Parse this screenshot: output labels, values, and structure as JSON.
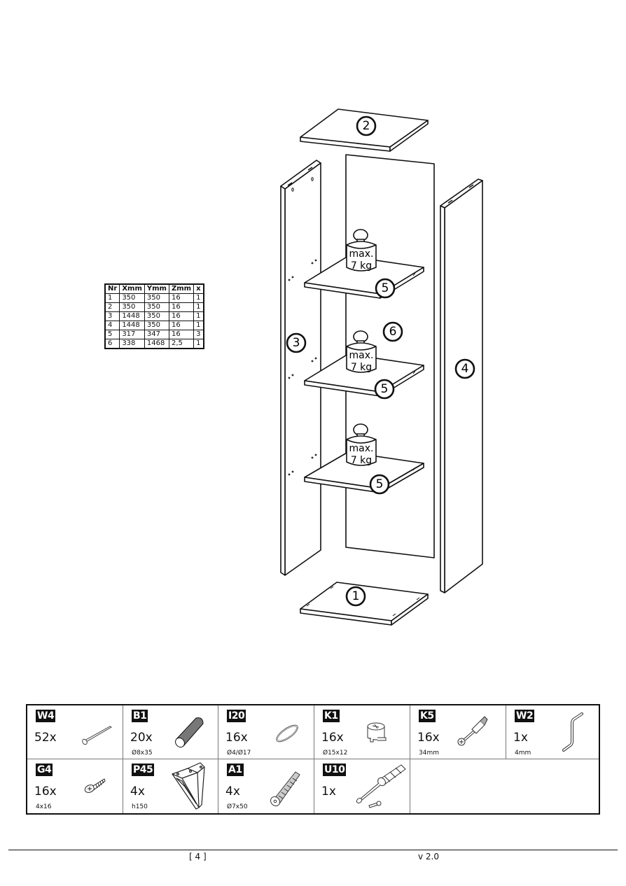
{
  "dimension_table": {
    "headers": [
      "Nr",
      "Xmm",
      "Ymm",
      "Zmm",
      "x"
    ],
    "rows": [
      [
        "1",
        "350",
        "350",
        "16",
        "1"
      ],
      [
        "2",
        "350",
        "350",
        "16",
        "1"
      ],
      [
        "3",
        "1448",
        "350",
        "16",
        "1"
      ],
      [
        "4",
        "1448",
        "350",
        "16",
        "1"
      ],
      [
        "5",
        "317",
        "347",
        "16",
        "3"
      ],
      [
        "6",
        "338",
        "1468",
        "2,5",
        "1"
      ]
    ]
  },
  "diagram": {
    "part_callouts": {
      "top_panel": "2",
      "left_side": "3",
      "right_side": "4",
      "back_panel": "6",
      "shelf": "5",
      "bottom_panel": "1"
    },
    "weight_limit": {
      "line1": "max.",
      "line2": "7 kg"
    }
  },
  "hardware": [
    {
      "code": "W4",
      "qty": "52x",
      "size": "",
      "icon": "nail-icon"
    },
    {
      "code": "B1",
      "qty": "20x",
      "size": "Ø8x35",
      "icon": "wooden-dowel-icon"
    },
    {
      "code": "I20",
      "qty": "16x",
      "size": "Ø4/Ø17",
      "icon": "washer-ring-icon"
    },
    {
      "code": "K1",
      "qty": "16x",
      "size": "Ø15x12",
      "icon": "cam-lock-icon"
    },
    {
      "code": "K5",
      "qty": "16x",
      "size": "34mm",
      "icon": "cam-bolt-icon"
    },
    {
      "code": "W2",
      "qty": "1x",
      "size": "4mm",
      "icon": "allen-key-icon"
    },
    {
      "code": "G4",
      "qty": "16x",
      "size": "4x16",
      "icon": "screw-icon"
    },
    {
      "code": "P45",
      "qty": "4x",
      "size": "h150",
      "icon": "furniture-leg-icon"
    },
    {
      "code": "A1",
      "qty": "4x",
      "size": "Ø7x50",
      "icon": "wall-plug-icon"
    },
    {
      "code": "U10",
      "qty": "1x",
      "size": "",
      "icon": "wall-anchor-kit-icon"
    }
  ],
  "footer": {
    "page_number": "[ 4 ]",
    "version": "v 2.0"
  }
}
